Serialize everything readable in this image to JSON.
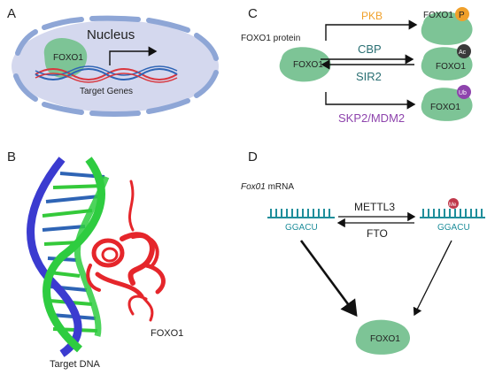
{
  "panels": {
    "a": {
      "letter": "A",
      "nucleus_label": "Nucleus",
      "protein_label": "FOXO1",
      "genes_label": "Target Genes"
    },
    "b": {
      "letter": "B",
      "dna_label": "Target DNA",
      "protein_label": "FOXO1"
    },
    "c": {
      "letter": "C",
      "protein_caption": "FOXO1 protein",
      "center_label": "FOXO1",
      "pkb_label": "PKB",
      "phospho_target_label": "FOXO1",
      "phospho_badge": "P",
      "cbp_label": "CBP",
      "sir2_label": "SIR2",
      "acetyl_target_label": "FOXO1",
      "acetyl_badge": "Ac",
      "ubiq_enzyme_label": "SKP2/MDM2",
      "ubiq_target_label": "FOXO1",
      "ubiq_badge": "Ub"
    },
    "d": {
      "letter": "D",
      "mrna_gene": "Fox01",
      "mrna_suffix": " mRNA",
      "left_seq": "GGACU",
      "right_seq": "GGACU",
      "methyl_badge": "Me",
      "writer_label": "METTL3",
      "eraser_label": "FTO",
      "product_label": "FOXO1"
    }
  },
  "colors": {
    "protein_green": "#7dc496",
    "nucleus_fill": "#d4d8ee",
    "envelope_blue": "#8ea6d6",
    "dna_red": "#d9363e",
    "dna_blue": "#2e64b5",
    "pkb_orange": "#f0a02a",
    "ub_purple": "#8e44ad",
    "mrna_teal": "#1f8e9b",
    "me_red": "#c0394b",
    "cbp_teal": "#2a6f73"
  }
}
